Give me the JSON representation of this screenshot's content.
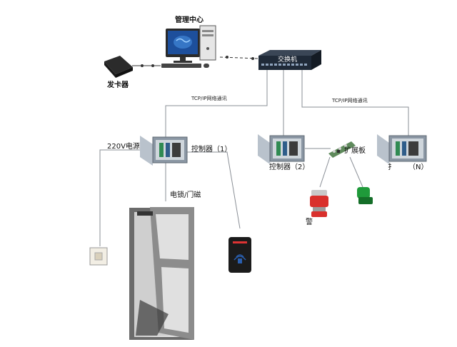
{
  "labels": {
    "management_center": "管理中心",
    "card_issuer": "发卡器",
    "switch": "交换机",
    "tcp_left": "TCP/IP网络通讯",
    "tcp_right": "TCP/IP网络通讯",
    "power": "220V电源",
    "controller_1": "控制器（1）",
    "controller_2": "控制器（2）",
    "controller_n_prefix": "扌",
    "controller_n": "（N）",
    "expansion_board": "扩展板",
    "electric_lock": "电锁/门磁",
    "alarm": "警"
  },
  "colors": {
    "switch_body": "#1f2a38",
    "controller_box": "#8a96a3",
    "alarm_red": "#d9302c",
    "green_light": "#1f9a3a",
    "monitor_screen": "#1d4f9c"
  }
}
